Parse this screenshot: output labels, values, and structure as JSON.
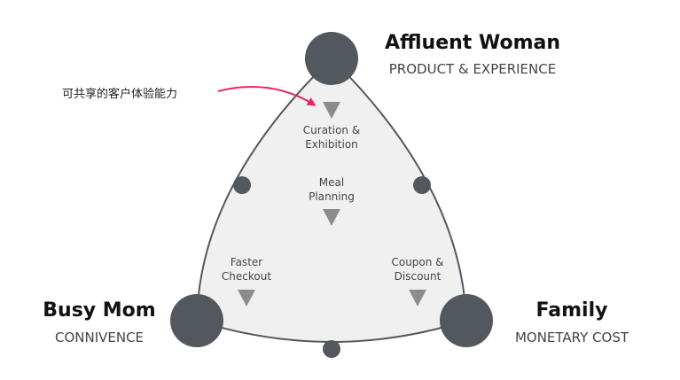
{
  "vertices": {
    "top": {
      "title": "Affluent Woman",
      "subtitle": "PRODUCT & EXPERIENCE"
    },
    "left": {
      "title": "Busy Mom",
      "subtitle": "CONNIVENCE"
    },
    "right": {
      "title": "Family",
      "subtitle": "MONETARY COST"
    }
  },
  "labels": {
    "curation": [
      "Curation &",
      "Exhibition"
    ],
    "meal": [
      "Meal",
      "Planning"
    ],
    "checkout": [
      "Faster",
      "Checkout"
    ],
    "coupon": [
      "Coupon &",
      "Discount"
    ]
  },
  "annotation": "可共享的客户体验能力",
  "colors": {
    "node": "#53575e",
    "fill": "#f0f0f0",
    "stroke": "#53575e",
    "marker": "#8c8c8c",
    "arrow": "#e8265e"
  },
  "icons": [
    "triangle-down-marker",
    "arrow-curve"
  ]
}
